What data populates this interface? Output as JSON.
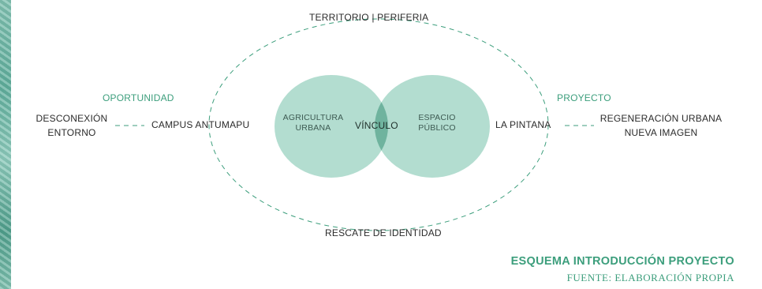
{
  "diagram": {
    "top_label": "TERRITORIO | PERIFERIA",
    "bottom_label": "RESCATE DE IDENTIDAD",
    "left": {
      "tag": "OPORTUNIDAD",
      "outer_line1": "DESCONEXIÓN",
      "outer_line2": "ENTORNO",
      "inner": "CAMPUS ANTUMAPU"
    },
    "right": {
      "tag": "PROYECTO",
      "inner": "LA PINTANA",
      "outer_line1": "REGENERACIÓN URBANA",
      "outer_line2": "NUEVA IMAGEN"
    },
    "venn": {
      "left_line1": "AGRICULTURA",
      "left_line2": "URBANA",
      "center": "VÍNCULO",
      "right_line1": "ESPACIO",
      "right_line2": "PÚBLICO"
    },
    "colors": {
      "circle_light": "#b3ddd0",
      "circle_overlap": "#6fb39e",
      "accent": "#3c9e7c",
      "dash": "#3c9e7c"
    }
  },
  "caption": {
    "title": "ESQUEMA INTRODUCCIÓN PROYECTO",
    "source": "FUENTE: ELABORACIÓN PROPIA"
  }
}
